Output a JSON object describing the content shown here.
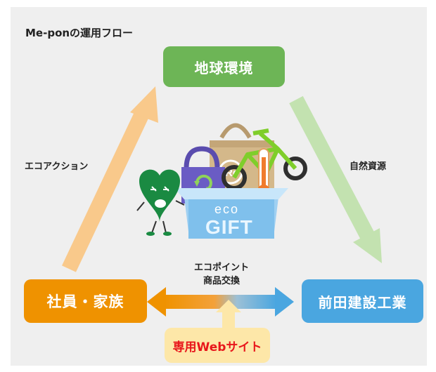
{
  "title": "Me-ponの運用フロー",
  "nodes": {
    "earth": "地球環境",
    "staff": "社員・家族",
    "maeda": "前田建設工業",
    "website": "専用Webサイト"
  },
  "labels": {
    "eco_action": "エコアクション",
    "natural_resources": "自然資源",
    "point_exchange_line1": "エコポイント",
    "point_exchange_line2": "商品交換"
  },
  "illustration": {
    "box_text_top": "eco",
    "box_text_bottom": "GIFT",
    "bag_logo": "Re"
  },
  "colors": {
    "earth_green": "#6db556",
    "staff_orange": "#ef9200",
    "maeda_blue": "#4aa6e0",
    "website_bg": "#fde7a8",
    "website_text": "#e8161b"
  }
}
